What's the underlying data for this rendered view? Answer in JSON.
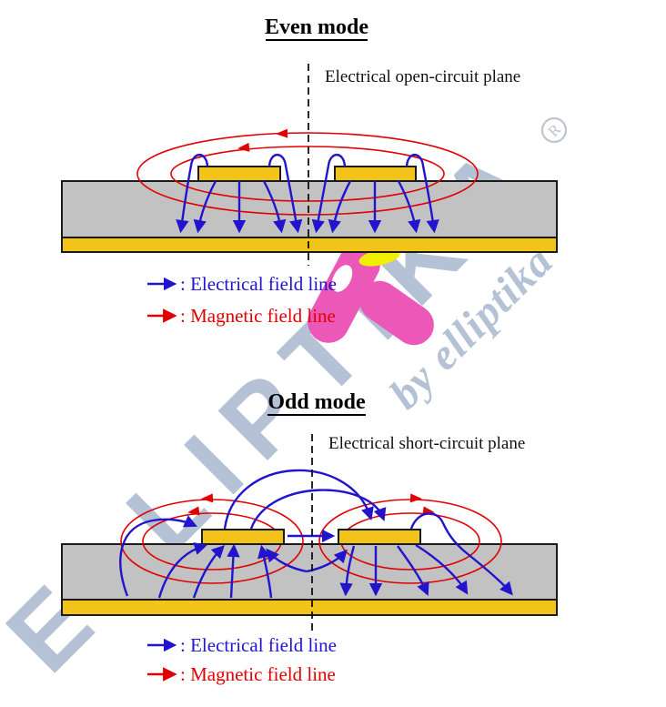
{
  "watermark": {
    "brand": "ELLIPTIKA",
    "byline": "by elliptika",
    "registered": "R",
    "colors": {
      "letters": "#b5c2d5",
      "logo_pink": "#ec58b8",
      "logo_yellow": "#f1ee00"
    }
  },
  "colors": {
    "electric_field": "#2214cc",
    "magnetic_field": "#e00000",
    "substrate_gray": "#c2c2c2",
    "conductor_gold": "#f2c318"
  },
  "even_mode": {
    "title": "Even mode",
    "plane_label": "Electrical open-circuit plane",
    "legend": {
      "electric_label": ": Electrical field line",
      "magnetic_label": ": Magnetic field line"
    }
  },
  "odd_mode": {
    "title": "Odd mode",
    "plane_label": "Electrical short-circuit plane",
    "legend": {
      "electric_label": ": Electrical field line",
      "magnetic_label": ": Magnetic field line"
    }
  }
}
